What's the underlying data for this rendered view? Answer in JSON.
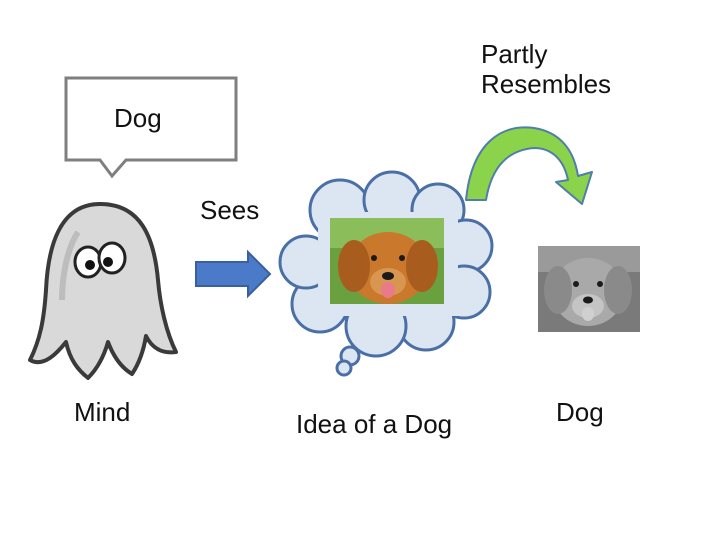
{
  "speech_bubble": {
    "text": "Dog"
  },
  "sees_label": "Sees",
  "mind_label": "Mind",
  "idea_label": "Idea of a Dog",
  "dog_label": "Dog",
  "partly_label": {
    "line1": "Partly",
    "line2": "Resembles"
  },
  "colors": {
    "bubble_border": "#7f7f7f",
    "arrow_blue": "#4a7ac8",
    "arrow_green": "#8bd34a",
    "arrow_green_border": "#4f7ea8",
    "cloud_fill": "#dce6f2",
    "cloud_stroke": "#4a6fa5",
    "ghost_fill": "#d9d9d9",
    "ghost_stroke": "#3a3a3a"
  }
}
